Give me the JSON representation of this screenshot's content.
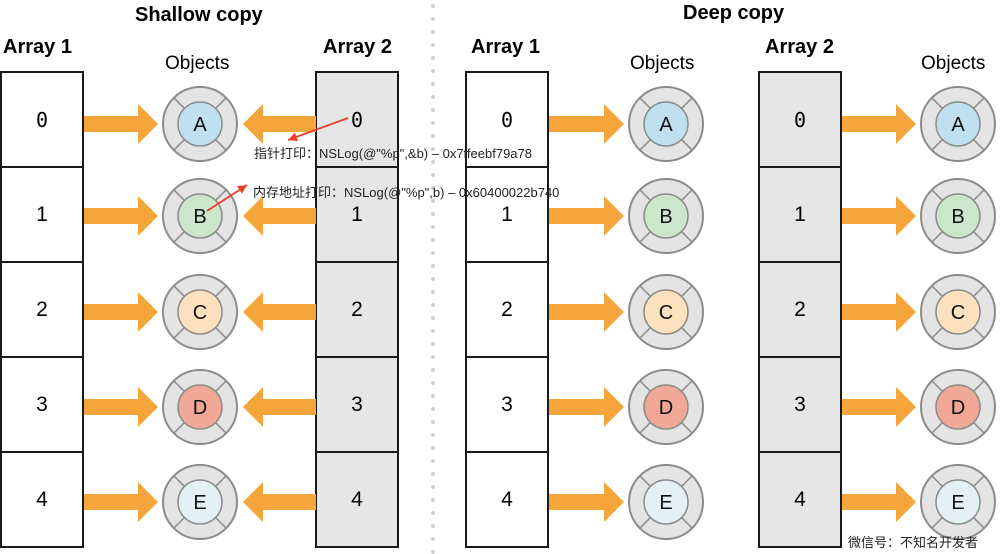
{
  "sections": {
    "shallow": {
      "title": "Shallow copy",
      "array1_title": "Array 1",
      "array2_title": "Array 2",
      "objects_label": "Objects",
      "array1_cells": [
        "0",
        "1",
        "2",
        "3",
        "4"
      ],
      "array2_cells": [
        "0",
        "1",
        "2",
        "3",
        "4"
      ]
    },
    "deep": {
      "title": "Deep copy",
      "array1_title": "Array 1",
      "array2_title": "Array 2",
      "objects1_label": "Objects",
      "objects2_label": "Objects",
      "array1_cells": [
        "0",
        "1",
        "2",
        "3",
        "4"
      ],
      "array2_cells": [
        "0",
        "1",
        "2",
        "3",
        "4"
      ]
    }
  },
  "objects": [
    {
      "label": "A",
      "color": "#bfe0ee"
    },
    {
      "label": "B",
      "color": "#cbe6cb"
    },
    {
      "label": "C",
      "color": "#fde0bd"
    },
    {
      "label": "D",
      "color": "#f2a897"
    },
    {
      "label": "E",
      "color": "#e3f1f4"
    }
  ],
  "annotations": {
    "pointer_print": "指针打印：NSLog(@\"%p\",&b) – 0x7ffeebf79a78",
    "memory_print": "内存地址打印：NSLog(@\"%p\",b) – 0x60400022b740"
  },
  "watermark": "微信号：不知名开发者",
  "colors": {
    "arrow": "#f5a53a",
    "annotation_arrow": "#e8402a",
    "object_ring": "#e4e4e4",
    "object_stroke": "#8c8c8c",
    "array2_fill": "#e6e6e6"
  }
}
